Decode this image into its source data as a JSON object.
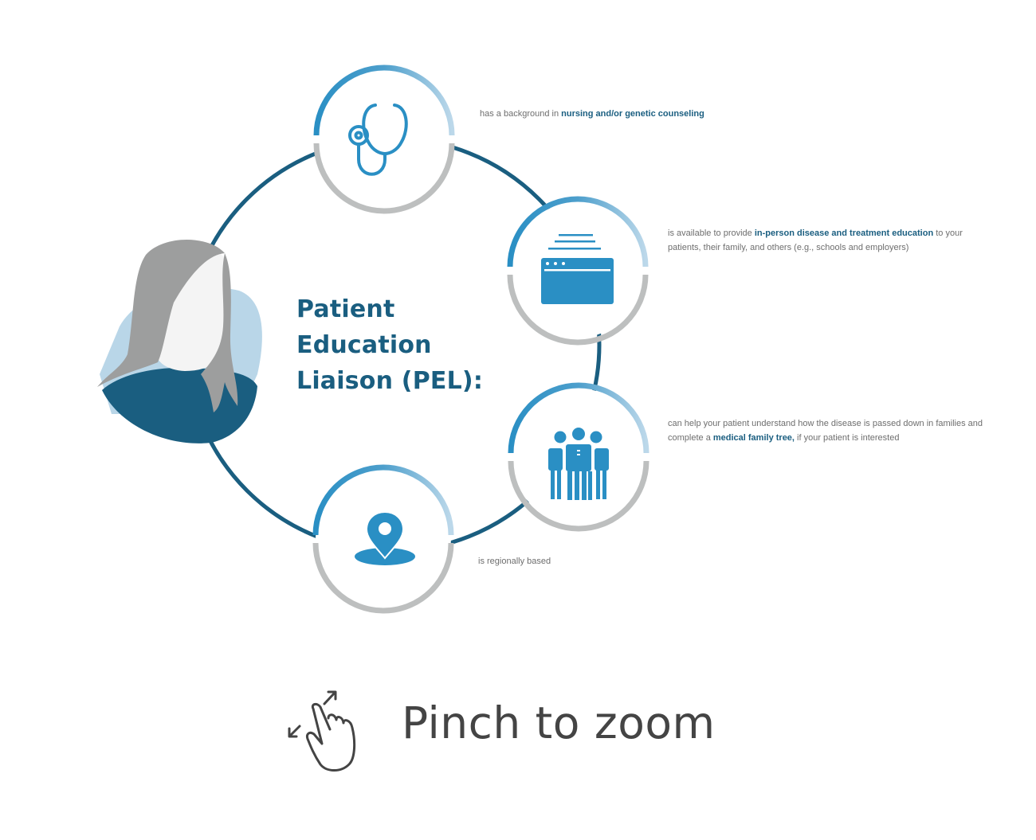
{
  "colors": {
    "ring": "#1a5e80",
    "accent": "#2a8fc4",
    "accent_light": "#b9d6e8",
    "arc_gray": "#bdbfbf",
    "hair": "#9d9e9e",
    "face": "#f4f4f4",
    "shirt": "#1a5e80",
    "backdrop": "#b9d6e8",
    "text_gray": "#6e6e6e",
    "title": "#1a5e80"
  },
  "title": {
    "lines": [
      "Patient",
      "Education",
      "Liaison (PEL):"
    ]
  },
  "features": [
    {
      "icon": "stethoscope-icon",
      "text_before": "has a background in ",
      "text_bold": "nursing and/or genetic counseling",
      "text_after": ""
    },
    {
      "icon": "education-materials-icon",
      "text_before": "is available to provide ",
      "text_bold": "in-person disease and treatment education",
      "text_after": " to your patients, their family, and others (e.g., schools and employers)"
    },
    {
      "icon": "family-group-icon",
      "text_before": "can help your patient understand how the disease is passed down in families and complete a ",
      "text_bold": "medical family tree,",
      "text_after": " if your patient is interested"
    },
    {
      "icon": "location-pin-icon",
      "text_before": "is regionally based",
      "text_bold": "",
      "text_after": ""
    }
  ],
  "hint": {
    "icon": "pinch-gesture-icon",
    "label": "Pinch to zoom"
  }
}
